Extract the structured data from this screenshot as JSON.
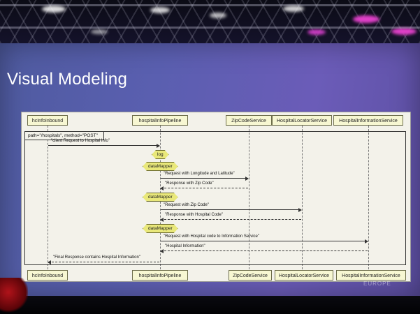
{
  "slide": {
    "title": "Visual Modeling",
    "corner_text": "EUROPE"
  },
  "diagram": {
    "participants": [
      "hcInfoInbound",
      "hospitalInfoPipeline",
      "ZipCodeService",
      "HospitalLocatorService",
      "HospitalInformationService"
    ],
    "frame_label": "path=\"/hospitals\", method=\"POST\"",
    "mediators": [
      "log",
      "dataMapper",
      "dataMapper",
      "dataMapper"
    ],
    "messages": [
      "\"client Request to Hospital Info\"",
      "\"Request with Longitude and Latitude\"",
      "\"Response with Zip Code\"",
      "\"Request with Zip Code\"",
      "\"Response with Hospital Code\"",
      "\"Request with Hospital code to Information Service\"",
      "\"Hospital Information\"",
      "\"Final Response contains Hospital Information\""
    ]
  },
  "colors": {
    "screen": "#5a5fb0",
    "participant_fill": "#f7f7d2",
    "mediator_fill": "#e9e87a",
    "stage_light": "#e040c8"
  }
}
